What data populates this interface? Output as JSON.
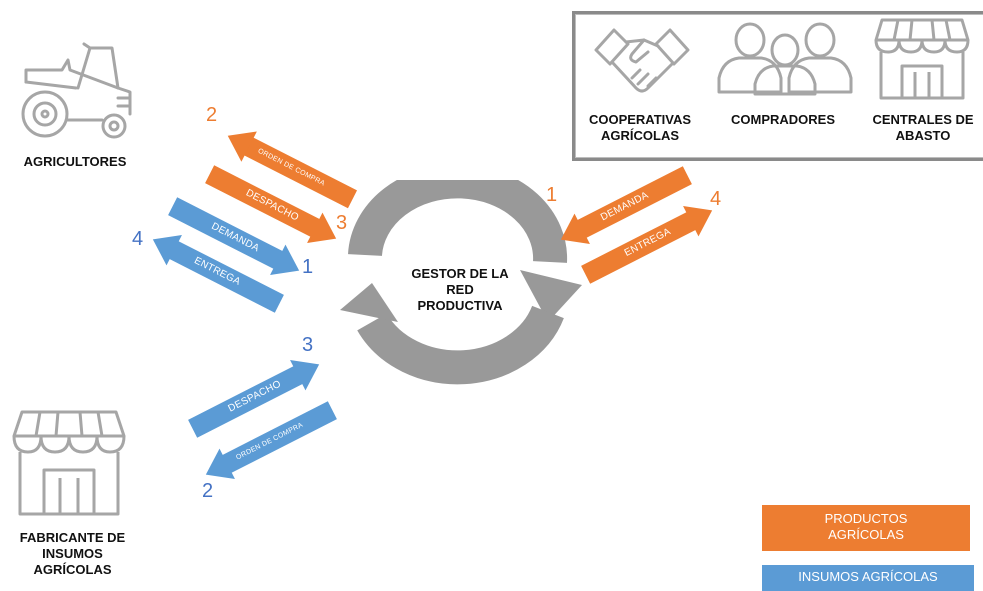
{
  "colors": {
    "orange": "#ED7D31",
    "blue": "#5B9BD5",
    "gray": "#999999",
    "num_blue": "#4472C4"
  },
  "nodes": {
    "farmers": "AGRICULTORES",
    "manufacturer": "FABRICANTE DE\nINSUMOS\nAGRÍCOLAS",
    "cooperatives": "COOPERATIVAS\nAGRÍCOLAS",
    "buyers": "COMPRADORES",
    "markets": "CENTRALES DE\nABASTO",
    "center": "GESTOR DE LA\nRED\nPRODUCTIVA"
  },
  "flows": {
    "farm_orden_compra": "ORDEN DE COMPRA",
    "farm_despacho": "DESPACHO",
    "farm_demanda": "DEMANDA",
    "farm_entrega": "ENTREGA",
    "fab_despacho": "DESPACHO",
    "fab_orden_compra": "ORDEN DE COMPRA",
    "buyer_demanda": "DEMANDA",
    "buyer_entrega": "ENTREGA"
  },
  "numbers": {
    "farm_orange_2": "2",
    "farm_orange_3": "3",
    "farm_blue_4": "4",
    "farm_blue_1": "1",
    "fab_blue_3": "3",
    "fab_blue_2": "2",
    "buyer_orange_1": "1",
    "buyer_orange_4": "4"
  },
  "legend": {
    "products": "PRODUCTOS\nAGRÍCOLAS",
    "inputs": "INSUMOS AGRÍCOLAS"
  },
  "icons": [
    "tractor-icon",
    "handshake-icon",
    "people-icon",
    "store-icon"
  ]
}
